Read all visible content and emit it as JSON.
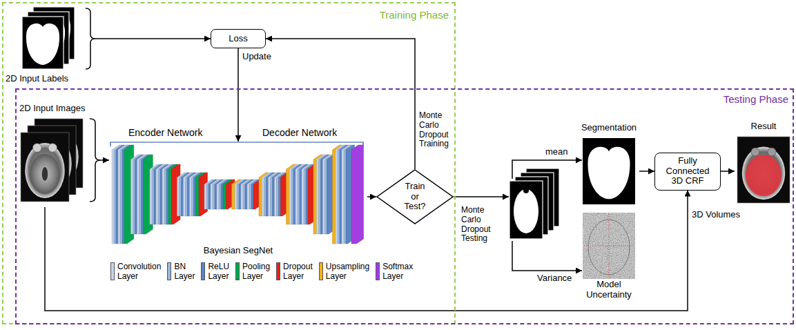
{
  "diagram": {
    "nodes": [
      {
        "text": [
          "Training Phase"
        ]
      },
      {
        "text": [
          "2D Input Labels"
        ],
        "in": 0
      },
      {
        "text": [
          "Loss"
        ],
        "in": 0
      },
      {
        "text": [
          "Testing Phase"
        ]
      },
      {
        "text": [
          "2D Input Images"
        ],
        "in": 3
      },
      {
        "text": [
          "Encoder Network",
          "Decoder Network",
          "Bayesian SegNet"
        ],
        "in": 3
      },
      {
        "text": [
          "Train or Test?"
        ],
        "in": 3
      },
      {
        "text": [
          "Segmentation"
        ],
        "in": 3
      },
      {
        "text": [
          "Model Uncertainty"
        ],
        "in": 3
      },
      {
        "text": [
          "Fully Connected 3D CRF"
        ],
        "in": 3
      },
      {
        "text": [
          "Result"
        ],
        "in": 3
      }
    ],
    "edges": [
      {
        "from": 1,
        "to": 2,
        "arrow": "to"
      },
      {
        "from": 2,
        "to": 5,
        "label": "Update",
        "arrow": "to"
      },
      {
        "from": 4,
        "to": 5,
        "arrow": "to"
      },
      {
        "from": 5,
        "to": 6,
        "arrow": "to"
      },
      {
        "from": 6,
        "to": 2,
        "label": "Monte Carlo Dropout Training",
        "arrow": "to"
      },
      {
        "from": 7,
        "to": 9,
        "arrow": "to"
      },
      {
        "from": 9,
        "to": 10,
        "arrow": "to"
      },
      {
        "from": 4,
        "to": 9,
        "label": "3D Volumes",
        "arrow": "to"
      }
    ],
    "labels": [
      "Monte Carlo Dropout Testing",
      "mean",
      "Variance"
    ],
    "legend": [
      {
        "text": "Convolution Layer",
        "color": "#c9d6e8"
      },
      {
        "text": "BN Layer",
        "color": "#9bb7dd"
      },
      {
        "text": "ReLU Layer",
        "color": "#5b84c4"
      },
      {
        "text": "Pooling Layer",
        "color": "#00a650"
      },
      {
        "text": "Dropout Layer",
        "color": "#e2231a"
      },
      {
        "text": "Upsampling Layer",
        "color": "#f2b01e"
      },
      {
        "text": "Softmax Layer",
        "color": "#a23fe0"
      }
    ]
  }
}
